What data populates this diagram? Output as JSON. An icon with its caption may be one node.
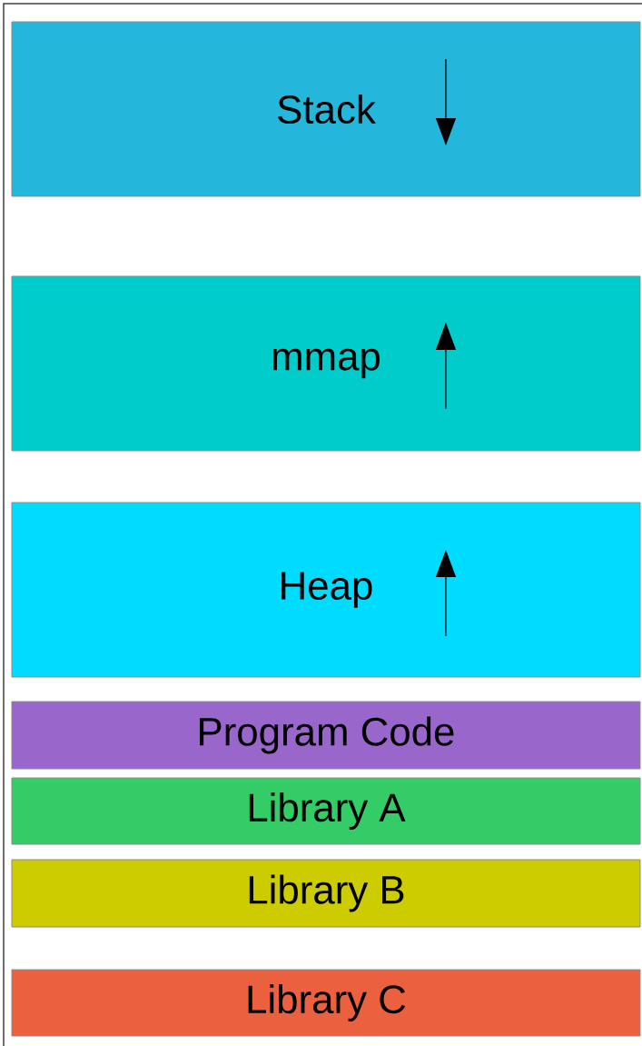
{
  "diagram": {
    "nodes": [
      {
        "text": [
          "Stack"
        ]
      },
      {
        "text": [
          "mmap"
        ]
      },
      {
        "text": [
          "Heap"
        ]
      },
      {
        "text": [
          "Program Code"
        ]
      },
      {
        "text": [
          "Library A"
        ]
      },
      {
        "text": [
          "Library B"
        ]
      },
      {
        "text": [
          "Library C"
        ]
      }
    ]
  }
}
